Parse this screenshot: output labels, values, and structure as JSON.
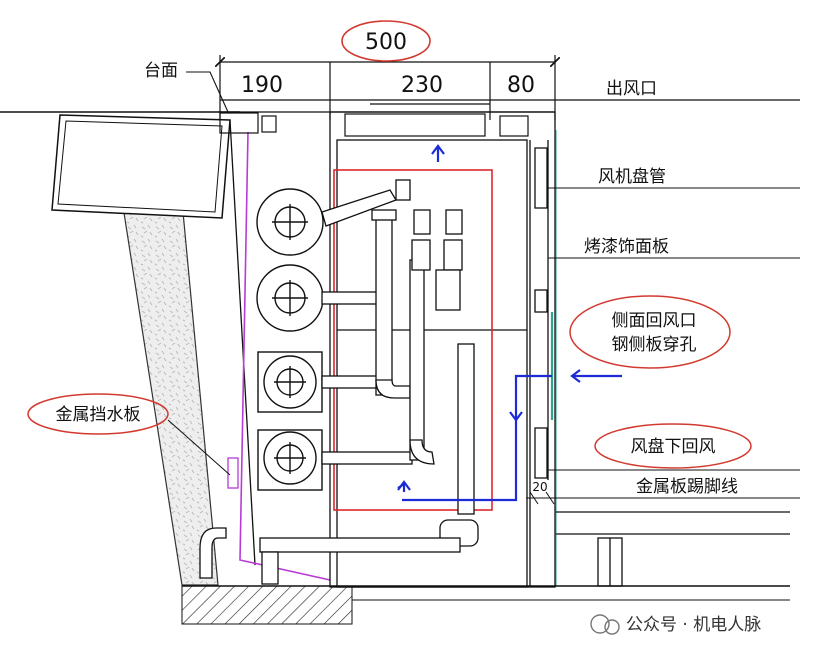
{
  "dimensions": {
    "total": "500",
    "left": "190",
    "middle": "230",
    "right": "80",
    "gap": "20"
  },
  "labels": {
    "countertop": "台面",
    "air_outlet": "出风口",
    "fan_coil": "风机盘管",
    "painted_panel": "烤漆饰面板",
    "side_return_line1": "侧面回风口",
    "side_return_line2": "钢侧板穿孔",
    "metal_splash_guard": "金属挡水板",
    "bottom_return": "风盘下回风",
    "metal_skirting": "金属板踢脚线"
  },
  "watermark": "公众号 · 机电人脉",
  "colors": {
    "line": "#111111",
    "red_outline": "#e0262b",
    "airflow_arrow": "#1c2bd6",
    "purple_board": "#b83ad6",
    "label_oval": "#d23a2f",
    "teal_panel": "#2aa58f"
  }
}
